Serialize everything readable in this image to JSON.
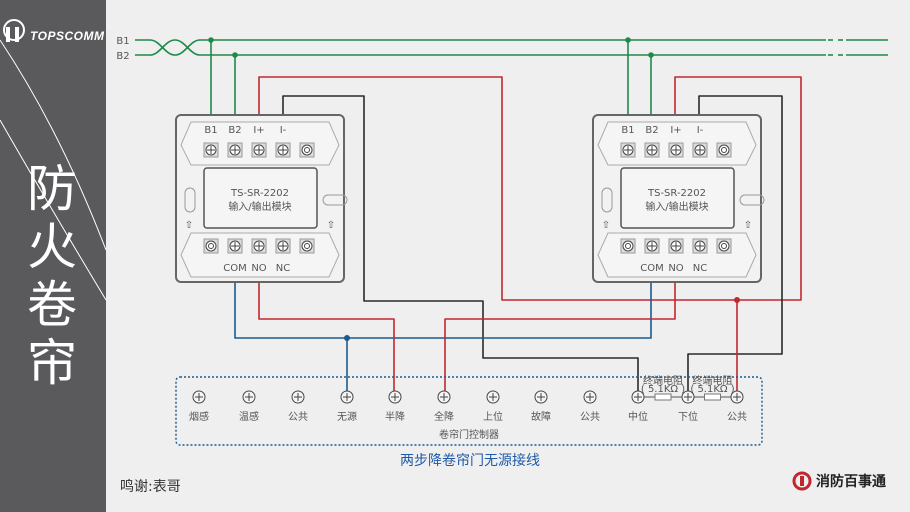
{
  "brand": "TOPSCOMM",
  "side_title": "防火卷帘",
  "bus_labels": [
    "B1",
    "B2"
  ],
  "module": {
    "model": "TS-SR-2202",
    "name": "输入/输出模块",
    "top_terminals": [
      "B1",
      "B2",
      "I+",
      "I-"
    ],
    "bottom_terminals": [
      "COM",
      "NO",
      "NC"
    ]
  },
  "controller": {
    "name": "卷帘门控制器",
    "terminals": [
      "烟感",
      "温感",
      "公共",
      "无源",
      "半降",
      "全降",
      "上位",
      "故障",
      "公共",
      "中位",
      "下位",
      "公共"
    ],
    "resistor_label": "终端电阻",
    "resistor_value": "( 5.1KΩ )"
  },
  "caption": "两步降卷帘门无源接线",
  "credit": "鸣谢:表哥",
  "footer_logo": "消防百事通",
  "colors": {
    "bus": "#1e8a4a",
    "red": "#c0282e",
    "black": "#2a2a2a",
    "blue": "#1b5b8c",
    "caption": "#1e5aa8"
  }
}
